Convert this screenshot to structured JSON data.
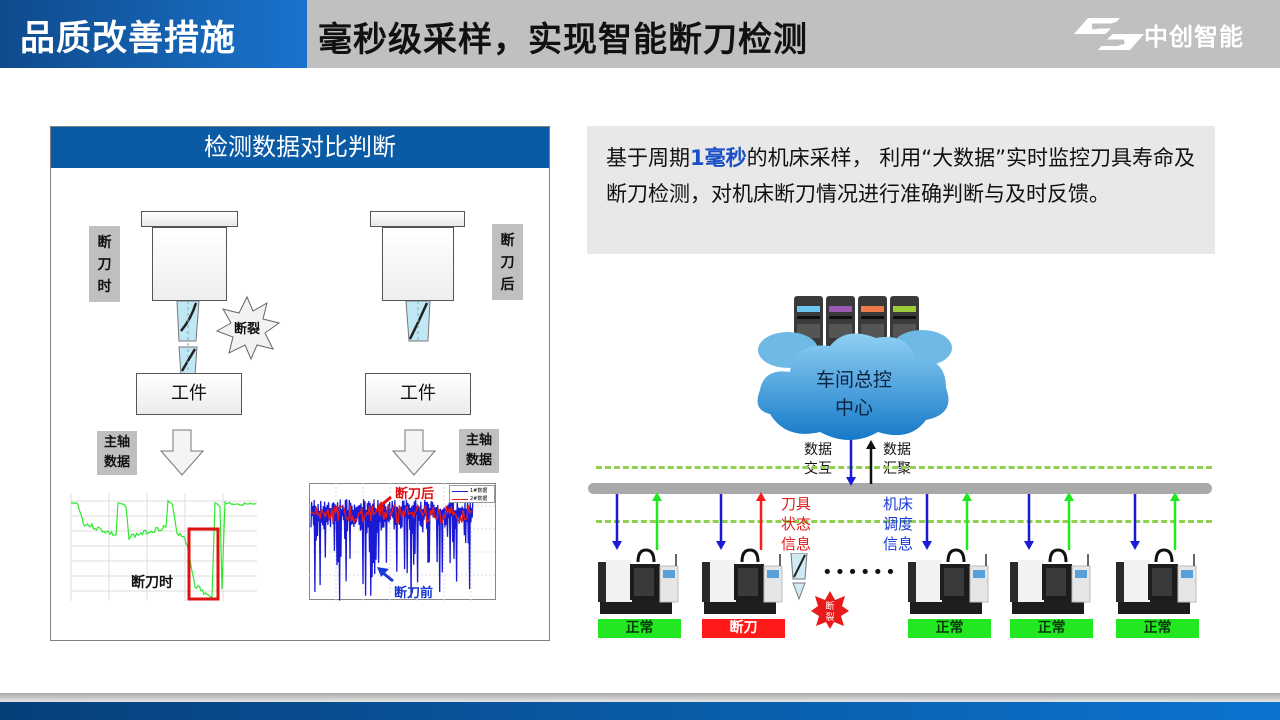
{
  "header": {
    "section_title": "品质改善措施",
    "main_title": "毫秒级采样，实现智能断刀检测",
    "logo_text": "中创智能",
    "logo_icon": "z-diamond-logo-icon"
  },
  "left_panel": {
    "title": "检测数据对比判断",
    "left_case": {
      "state_tag": [
        "断",
        "刀",
        "时"
      ],
      "break_burst_label": "断裂",
      "workpiece_label": "工件",
      "data_tag": [
        "主轴",
        "数据"
      ],
      "chart_annotation": "断刀时",
      "chart_color": "#2ee82e",
      "highlight_color": "#e01010"
    },
    "right_case": {
      "state_tag": [
        "断",
        "刀",
        "后"
      ],
      "workpiece_label": "工件",
      "data_tag": [
        "主轴",
        "数据"
      ],
      "annotation_after": "断刀后",
      "annotation_before": "断刀前",
      "legend": [
        {
          "label": "1#数据",
          "color": "#1a1ad6"
        },
        {
          "label": "2#数据",
          "color": "#e81a1a"
        }
      ]
    }
  },
  "description": {
    "part1": "基于周期",
    "highlight": "1毫秒",
    "part2": "的机床采样，  利用“大数据”实时监控刀具寿命及断刀检测，对机床断刀情况进行准确判断与及时反馈。"
  },
  "network": {
    "center_label": [
      "车间总控",
      "中心"
    ],
    "down_label": [
      "数据",
      "交互"
    ],
    "up_label": [
      "数据",
      "汇聚"
    ],
    "tool_state_label": [
      "刀具",
      "状态",
      "信息"
    ],
    "schedule_label": [
      "机床",
      "调度",
      "信息"
    ],
    "ellipsis": "••••••",
    "break_burst_label": [
      "断",
      "裂"
    ],
    "server_colors": [
      "#6cc6ef",
      "#9b59b6",
      "#f07a4a",
      "#9ccc3a"
    ],
    "machines": [
      {
        "status": "正常",
        "state": "ok",
        "up_color": "#22e822"
      },
      {
        "status": "断刀",
        "state": "bad",
        "up_color": "#ff1a1a"
      },
      {
        "status": "正常",
        "state": "ok",
        "up_color": "#22e822"
      },
      {
        "status": "正常",
        "state": "ok",
        "up_color": "#22e822"
      },
      {
        "status": "正常",
        "state": "ok",
        "up_color": "#22e822"
      }
    ]
  }
}
